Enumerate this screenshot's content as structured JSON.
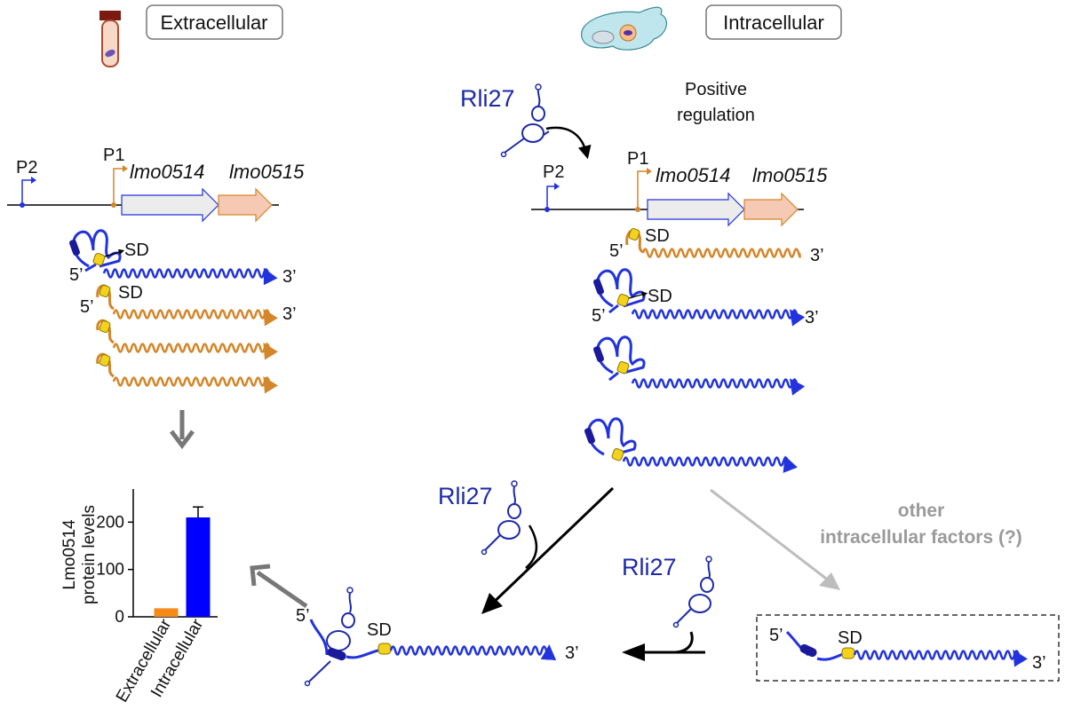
{
  "panels": {
    "extracellular": {
      "label": "Extracellular"
    },
    "intracellular": {
      "label": "Intracellular"
    }
  },
  "srna": {
    "name": "Rli27"
  },
  "regulation_label": [
    "Positive",
    "regulation"
  ],
  "promoters": {
    "p1": "P1",
    "p2": "P2"
  },
  "genes": [
    "lmo0514",
    "lmo0515"
  ],
  "markers": {
    "sd": "SD",
    "five_prime": "5’",
    "three_prime": "3’"
  },
  "other_factors": [
    "other",
    "intracellular factors (?)"
  ],
  "colors": {
    "blue_rna": "#2233dd",
    "orange_rna": "#d4862a",
    "srna": "#1d2aa8",
    "sd": "#f2d21a",
    "gene1_fill": "#ececec",
    "gene2_fill": "#f6c9b4",
    "grey_arrow": "#bdbdbd"
  },
  "chart_data": {
    "type": "bar",
    "categories": [
      "Extracellular",
      "Intracellular"
    ],
    "values": [
      18,
      210
    ],
    "errors": [
      0,
      22
    ],
    "colors": [
      "#f58a17",
      "#0000ff"
    ],
    "ylabel": "Lmo0514 protein levels",
    "ylim": [
      0,
      270
    ],
    "yticks": [
      "0",
      "100",
      "200"
    ],
    "ytick_values": [
      0,
      100,
      200
    ]
  }
}
